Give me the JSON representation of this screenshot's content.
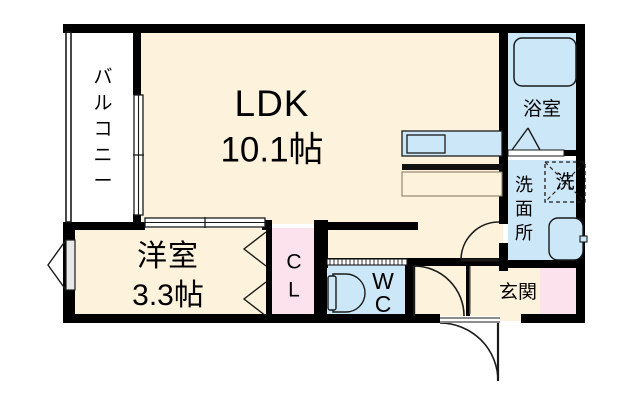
{
  "plan": {
    "title": "間取図",
    "colors": {
      "wall": "#000000",
      "floor_cream": "#FDF2DB",
      "water_blue": "#CCE7F7",
      "closet_pink": "#FBE2EC",
      "white": "#FFFFFF",
      "line": "#1a1a1a"
    },
    "rooms": [
      {
        "id": "balcony",
        "name": "バルコニー",
        "area": "",
        "fill": "white",
        "orientation": "vertical"
      },
      {
        "id": "ldk",
        "name": "LDK",
        "area": "10.1帖",
        "fill": "cream",
        "orientation": "horizontal"
      },
      {
        "id": "bedroom",
        "name": "洋室",
        "area": "3.3帖",
        "fill": "cream",
        "orientation": "horizontal"
      },
      {
        "id": "closet",
        "name": "CL",
        "area": "",
        "fill": "pink",
        "orientation": "vertical"
      },
      {
        "id": "bathroom",
        "name": "浴室",
        "area": "",
        "fill": "blue",
        "orientation": "horizontal"
      },
      {
        "id": "washroom",
        "name": "洗面所",
        "area": "",
        "fill": "blue",
        "orientation": "vertical"
      },
      {
        "id": "wc",
        "name": "WC",
        "area": "",
        "fill": "blue",
        "orientation": "vertical"
      },
      {
        "id": "entrance",
        "name": "玄関",
        "area": "",
        "fill": "cream",
        "orientation": "horizontal"
      }
    ],
    "labels": {
      "balcony": "バルコニー",
      "balcony_chars": [
        "バ",
        "ル",
        "コ",
        "ニ",
        "ー"
      ],
      "ldk": "LDK",
      "ldk_area": "10.1帖",
      "bedroom": "洋室",
      "bedroom_area": "3.3帖",
      "closet": "CL",
      "closet_chars": [
        "C",
        "L"
      ],
      "bathroom": "浴室",
      "washroom": "洗面所",
      "washroom_chars": [
        "洗",
        "面",
        "所"
      ],
      "washer": "洗",
      "wc": "WC",
      "wc_chars": [
        "W",
        "C"
      ],
      "entrance": "玄関"
    },
    "fixtures": [
      {
        "id": "bathtub",
        "name": "bathtub-icon"
      },
      {
        "id": "washer-slot",
        "name": "washing-machine-slot-icon"
      },
      {
        "id": "vanity-sink",
        "name": "vanity-sink-icon"
      },
      {
        "id": "toilet",
        "name": "toilet-icon"
      },
      {
        "id": "kitchen-counter",
        "name": "kitchen-counter-icon"
      },
      {
        "id": "kitchen-sink",
        "name": "kitchen-sink-icon"
      },
      {
        "id": "shoe-closet",
        "name": "shoe-closet-icon"
      }
    ],
    "openings": [
      {
        "id": "balcony-sliding-door",
        "name": "sliding-door"
      },
      {
        "id": "bedroom-sliding-door",
        "name": "sliding-door"
      },
      {
        "id": "bedroom-window-left",
        "name": "window"
      },
      {
        "id": "closet-door-upper",
        "name": "folding-door"
      },
      {
        "id": "closet-door-lower",
        "name": "folding-door"
      },
      {
        "id": "washroom-door",
        "name": "hinged-door"
      },
      {
        "id": "wc-door",
        "name": "hinged-door"
      },
      {
        "id": "entrance-door",
        "name": "entry-door"
      },
      {
        "id": "wc-sliding-door",
        "name": "sliding-door"
      },
      {
        "id": "bathroom-door",
        "name": "folding-door"
      }
    ]
  }
}
